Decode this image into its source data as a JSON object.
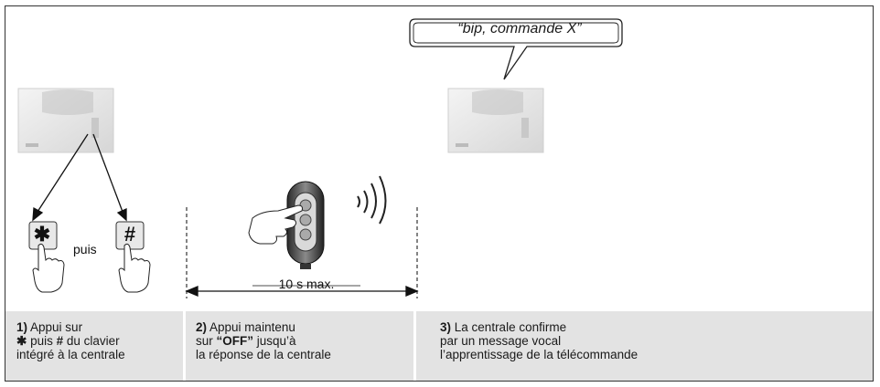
{
  "bubble": {
    "text": "“bip, commande X”"
  },
  "keys": {
    "star": "✱",
    "hash": "#",
    "between": "puis"
  },
  "duration": {
    "label": "10 s max."
  },
  "steps": [
    {
      "num": "1)",
      "line1": "Appui sur",
      "l2_star": "✱",
      "l2_mid": " puis ",
      "l2_hash": "#",
      "l2_rest": " du clavier",
      "line3": "intégré à la centrale"
    },
    {
      "num": "2)",
      "line1": "Appui maintenu",
      "l2_pre": "sur ",
      "l2_bold": "“OFF”",
      "l2_rest": " jusqu’à",
      "line3": "la réponse de la centrale"
    },
    {
      "num": "3)",
      "line1": "La centrale confirme",
      "line2": "par un message vocal",
      "line3": "l’apprentissage de la télécommande"
    }
  ]
}
